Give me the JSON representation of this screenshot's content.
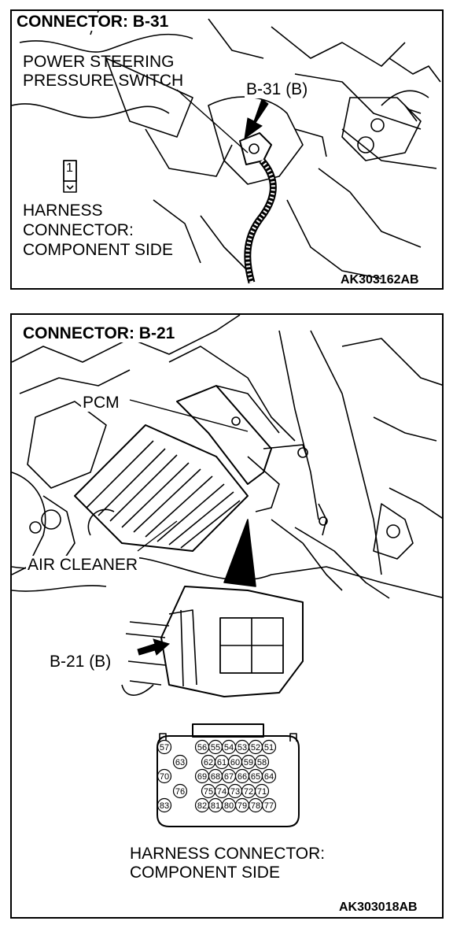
{
  "top_panel": {
    "title": "CONNECTOR: B-31",
    "switch_label_line1": "POWER STEERING",
    "switch_label_line2": "PRESSURE SWITCH",
    "connector_callout": "B-31 (B)",
    "pin_number": "1",
    "harness_line1": "HARNESS",
    "harness_line2": "CONNECTOR:",
    "harness_line3": "COMPONENT SIDE",
    "figure_code": "AK303162AB"
  },
  "bottom_panel": {
    "title": "CONNECTOR: B-21",
    "pcm_label": "PCM",
    "air_cleaner_label": "AIR CLEANER",
    "connector_callout": "B-21 (B)",
    "harness_line1": "HARNESS CONNECTOR:",
    "harness_line2": "COMPONENT SIDE",
    "figure_code": "AK303018AB",
    "pinout_rows": [
      [
        "57",
        "56",
        "55",
        "54",
        "53",
        "52",
        "51"
      ],
      [
        "63",
        "62",
        "61",
        "60",
        "59",
        "58"
      ],
      [
        "70",
        "69",
        "68",
        "67",
        "66",
        "65",
        "64"
      ],
      [
        "76",
        "75",
        "74",
        "73",
        "72",
        "71"
      ],
      [
        "83",
        "82",
        "81",
        "80",
        "79",
        "78",
        "77"
      ]
    ]
  }
}
